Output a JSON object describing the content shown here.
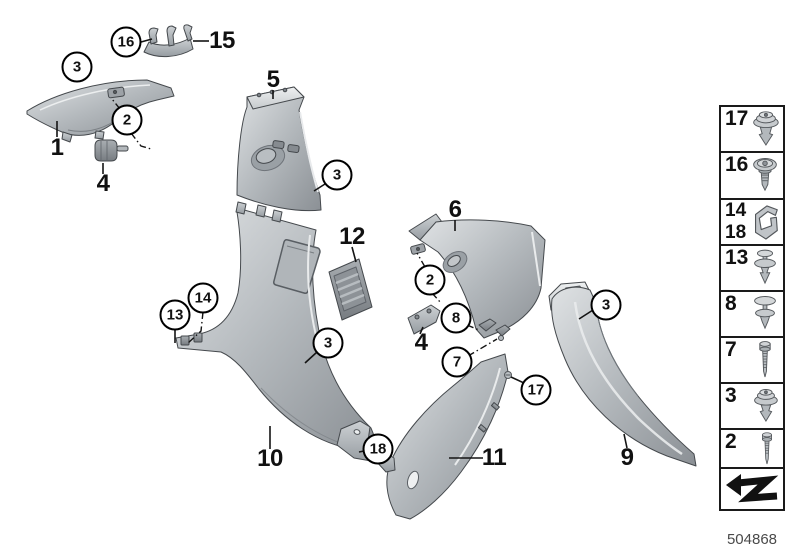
{
  "figure": {
    "doc_number": "504868"
  },
  "colors": {
    "part_fill_light": "#dfe2e4",
    "part_fill_mid": "#b3b8bc",
    "part_fill_dark": "#8b9095",
    "outline": "#45494d",
    "callout_border": "#000000",
    "doc_number_color": "#4a4a4a",
    "background": "#ffffff"
  },
  "callouts": {
    "circled": [
      {
        "label": "16"
      },
      {
        "label": "3"
      },
      {
        "label": "2"
      },
      {
        "label": "3"
      },
      {
        "label": "2"
      },
      {
        "label": "8"
      },
      {
        "label": "7"
      },
      {
        "label": "13"
      },
      {
        "label": "14"
      },
      {
        "label": "3"
      },
      {
        "label": "18"
      },
      {
        "label": "17"
      },
      {
        "label": "3"
      }
    ],
    "bold": [
      {
        "label": "15"
      },
      {
        "label": "1"
      },
      {
        "label": "4"
      },
      {
        "label": "5"
      },
      {
        "label": "12"
      },
      {
        "label": "6"
      },
      {
        "label": "4"
      },
      {
        "label": "10"
      },
      {
        "label": "11"
      },
      {
        "label": "9"
      }
    ]
  },
  "sidebar": {
    "items": [
      {
        "number": "17",
        "icon": "expanding-rivet-washer-icon"
      },
      {
        "number": "16",
        "icon": "screw-with-washer-icon"
      },
      {
        "number": "14",
        "number2": "18",
        "icon": "spring-clamp-icon"
      },
      {
        "number": "13",
        "icon": "expanding-rivet-icon"
      },
      {
        "number": "8",
        "icon": "expanding-rivet-flat-icon"
      },
      {
        "number": "7",
        "icon": "long-screw-icon"
      },
      {
        "number": "3",
        "icon": "rivet-with-washer-icon"
      },
      {
        "number": "2",
        "icon": "long-screw-icon"
      },
      {
        "number": "",
        "icon": "reference-arrow-icon"
      }
    ]
  }
}
